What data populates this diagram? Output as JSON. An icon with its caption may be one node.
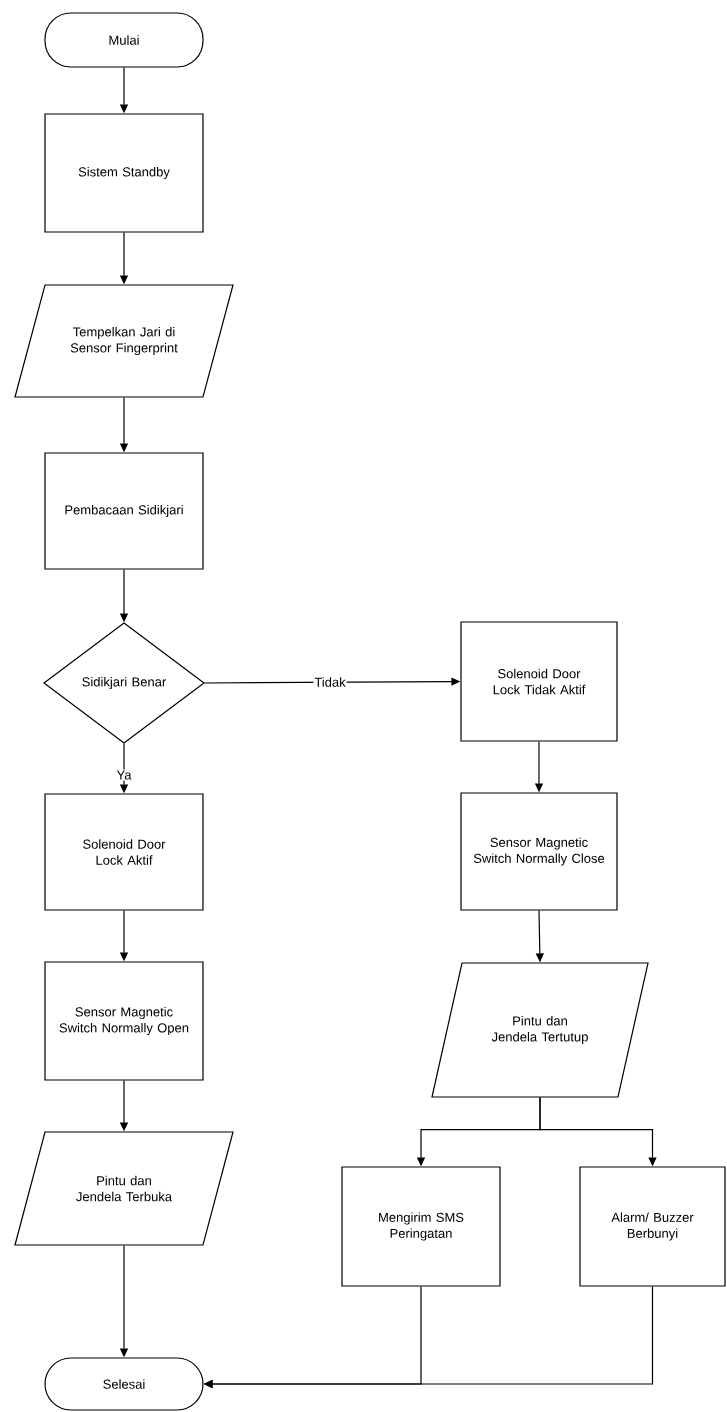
{
  "diagram": {
    "nodes": [
      {
        "text": [
          "Mulai"
        ]
      },
      {
        "text": [
          "Sistem Standby"
        ]
      },
      {
        "text": [
          "Tempelkan Jari di Sensor Fingerprint"
        ]
      },
      {
        "text": [
          "Pembacaan Sidikjari"
        ]
      },
      {
        "text": [
          "Sidikjari Benar"
        ]
      },
      {
        "text": [
          "Solenoid Door Lock Aktif"
        ]
      },
      {
        "text": [
          "Sensor Magnetic Switch Normally Open"
        ]
      },
      {
        "text": [
          "Pintu dan Jendela Terbuka"
        ]
      },
      {
        "text": [
          "Selesai"
        ]
      },
      {
        "text": [
          "Solenoid Door Lock Tidak Aktif"
        ]
      },
      {
        "text": [
          "Sensor Magnetic Switch Normally Close"
        ]
      },
      {
        "text": [
          "Pintu dan Jendela Tertutup"
        ]
      },
      {
        "text": [
          "Mengirim SMS Peringatan"
        ]
      },
      {
        "text": [
          "Alarm/ Buzzer Berbunyi"
        ]
      }
    ],
    "edges": [
      {
        "from": 0,
        "to": 1,
        "arrow": "to"
      },
      {
        "from": 1,
        "to": 2,
        "arrow": "to"
      },
      {
        "from": 2,
        "to": 3,
        "arrow": "to"
      },
      {
        "from": 3,
        "to": 4,
        "arrow": "to"
      },
      {
        "from": 4,
        "to": 5,
        "arrow": "to",
        "label": "Ya"
      },
      {
        "from": 4,
        "to": 9,
        "arrow": "to",
        "label": "Tidak"
      },
      {
        "from": 5,
        "to": 6,
        "arrow": "to"
      },
      {
        "from": 6,
        "to": 7,
        "arrow": "to"
      },
      {
        "from": 7,
        "to": 8,
        "arrow": "to"
      },
      {
        "from": 9,
        "to": 10,
        "arrow": "to"
      },
      {
        "from": 10,
        "to": 11,
        "arrow": "to"
      },
      {
        "from": 11,
        "to": 12,
        "arrow": "to"
      },
      {
        "from": 11,
        "to": 13,
        "arrow": "to"
      },
      {
        "from": 12,
        "to": 8,
        "arrow": "to"
      },
      {
        "from": 13,
        "to": 8,
        "arrow": "to"
      }
    ]
  }
}
